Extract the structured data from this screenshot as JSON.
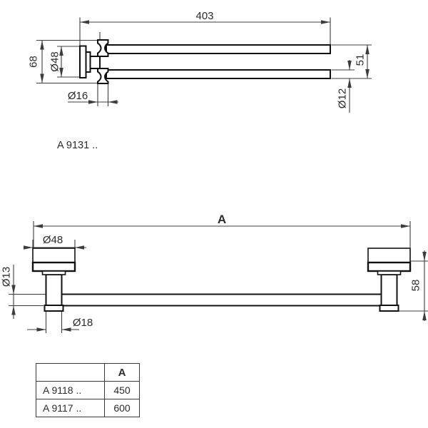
{
  "colors": {
    "outline": "#111111",
    "dimline": "#3c3c3c",
    "text": "#2b2b2b",
    "bg": "#ffffff"
  },
  "top_drawing": {
    "product_code": "A 9131 ..",
    "dim_width": "403",
    "dim_height": "68",
    "dim_plate_diameter": "Ø48",
    "dim_pivot_diameter": "Ø16",
    "dim_arm_spacing": "51",
    "dim_bar_diameter": "Ø12"
  },
  "bottom_drawing": {
    "dim_length": "A",
    "dim_plate_diameter": "Ø48",
    "dim_bar_diameter": "Ø13",
    "dim_post_diameter": "Ø18",
    "dim_wall_distance": "58",
    "table": {
      "col_header": "A",
      "rows": [
        {
          "model": "A 9118 ..",
          "length": "450"
        },
        {
          "model": "A 9117 ..",
          "length": "600"
        }
      ]
    }
  }
}
